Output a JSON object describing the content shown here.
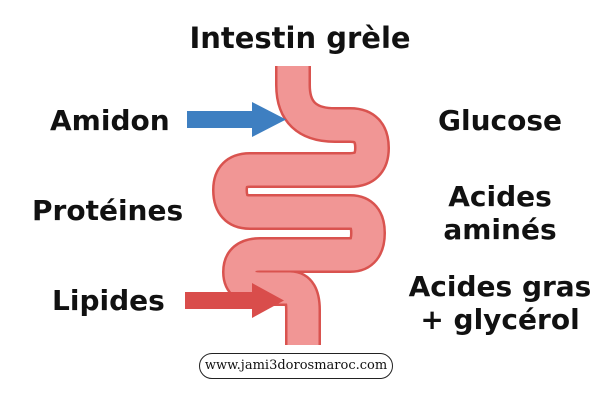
{
  "title": "Intestin grèle",
  "inputs": {
    "starch": "Amidon",
    "proteins": "Protéines",
    "lipids": "Lipides"
  },
  "outputs": {
    "glucose": "Glucose",
    "amino_line1": "Acides",
    "amino_line2": "aminés",
    "fatty_line1": "Acides gras",
    "fatty_line2": "+ glycérol"
  },
  "watermark": "www.jami3dorosmaroc.com",
  "colors": {
    "intestine_fill": "#f19695",
    "intestine_outline": "#d9534f",
    "arrow_starch": "#3e7fc1",
    "arrow_lipid": "#d94d4b",
    "text": "#111111"
  }
}
